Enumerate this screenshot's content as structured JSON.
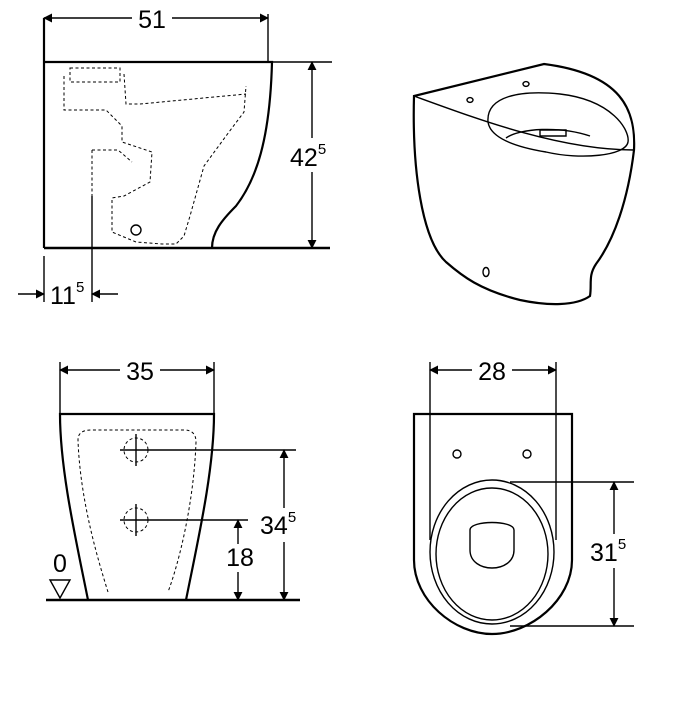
{
  "dimensions": {
    "side_width": {
      "main": "51",
      "sup": ""
    },
    "side_height": {
      "main": "42",
      "sup": "5"
    },
    "side_offset": {
      "main": "11",
      "sup": "5"
    },
    "front_width": {
      "main": "35",
      "sup": ""
    },
    "front_height_upper": {
      "main": "34",
      "sup": "5"
    },
    "front_height_lower": {
      "main": "18",
      "sup": ""
    },
    "floor_level": {
      "main": "0",
      "sup": ""
    },
    "top_width": {
      "main": "28",
      "sup": ""
    },
    "top_depth": {
      "main": "31",
      "sup": "5"
    }
  }
}
